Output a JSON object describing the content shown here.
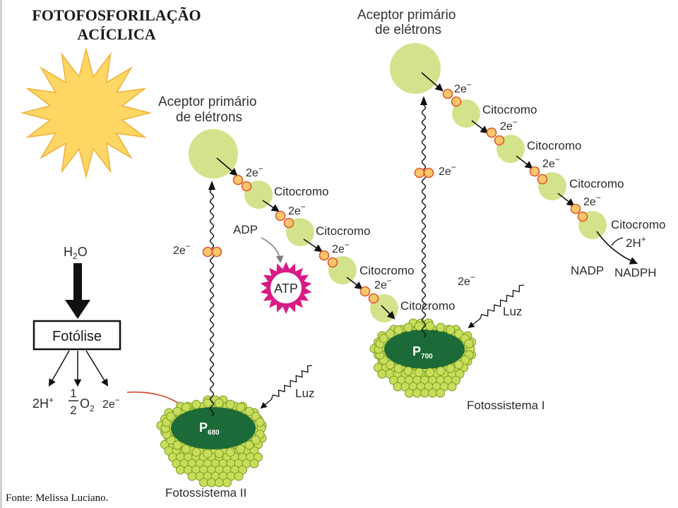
{
  "title": {
    "line1": "FOTOFOSFORILAÇÃO",
    "line2": "ACÍCLICA"
  },
  "source": "Fonte: Melissa Luciano.",
  "electron": {
    "base": "2e",
    "charge": "−"
  },
  "photolysis": {
    "water_h": "H",
    "water_sub": "2",
    "water_o": "O",
    "process": "Fotólise",
    "protons_base": "2H",
    "protons_charge": "+",
    "oxygen_num": "1",
    "oxygen_den": "2",
    "oxygen": "O",
    "oxygen_sub": "2"
  },
  "photosystem_ii": {
    "acceptor_line1": "Aceptor primário",
    "acceptor_line2": "de elétrons",
    "reaction_center": "P",
    "reaction_center_sub": "680",
    "name": "Fotossistema II",
    "light": "Luz",
    "chain": [
      "Citocromo",
      "Citocromo",
      "Citocromo",
      "Citocromo"
    ]
  },
  "phosphorylation": {
    "reactant": "ADP",
    "product": "ATP"
  },
  "photosystem_i": {
    "acceptor_line1": "Aceptor primário",
    "acceptor_line2": "de elétrons",
    "reaction_center": "P",
    "reaction_center_sub": "700",
    "name": "Fotossistema I",
    "light": "Luz",
    "chain": [
      "Citocromo",
      "Citocromo",
      "Citocromo",
      "Citocromo"
    ],
    "protons_base": "2H",
    "protons_charge": "+",
    "nadp": "NADP",
    "nadph": "NADPH"
  },
  "colors": {
    "sun": "#fdd663",
    "sun_outline": "#f2b33d",
    "carrier": "#d3e38b",
    "electron": "#fbc76d",
    "electron_outline": "#e0572c",
    "reaction_center": "#1b6a37",
    "membrane_bead": "#c8de5a",
    "membrane_outline": "#7a9a24",
    "atp_burst": "#d81b86",
    "nadph": "#e0201f",
    "photolysis_arrow": "#d6452e"
  }
}
